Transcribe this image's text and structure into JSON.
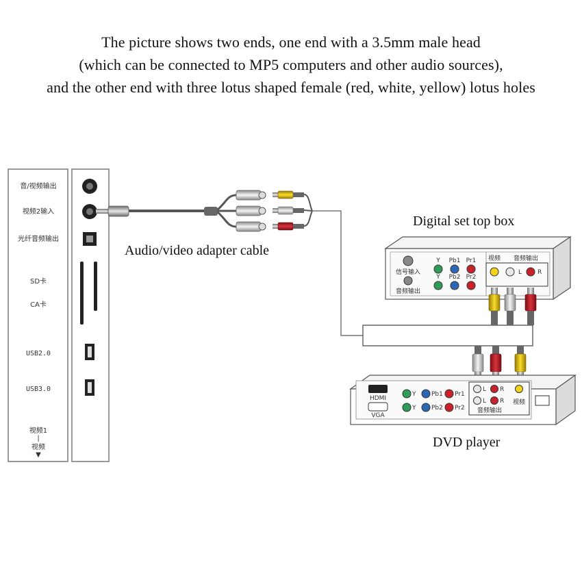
{
  "caption": {
    "line1": "The picture shows two ends, one end with a 3.5mm male head",
    "line2": "(which can be connected to MP5 computers and other audio sources),",
    "line3": "and the other end with three lotus shaped female (red, white, yellow) lotus holes"
  },
  "labels": {
    "cable": "Audio/video adapter cable",
    "stb": "Digital set top box",
    "dvd": "DVD player"
  },
  "tv_panel": {
    "av_out": "音/视频输出",
    "video2_in": "视频2输入",
    "optical_out": "光纤音频输出",
    "sd": "SD卡",
    "ca": "CA卡",
    "usb2": "USB2.0",
    "usb3": "USB3.0",
    "video1": "视频1",
    "sep": "|",
    "video": "视频",
    "arrow": "▼"
  },
  "stb_panel": {
    "signal_in": "信号输入",
    "audio_out": "音频输出",
    "y": "Y",
    "pb1": "Pb1",
    "pr1": "Pr1",
    "pb2": "Pb2",
    "pr2": "Pr2",
    "video": "视频",
    "audio_out_hdr": "音频输出",
    "l": "L",
    "r": "R"
  },
  "dvd_panel": {
    "hdmi": "HDMI",
    "vga": "VGA",
    "y": "Y",
    "pb1": "Pb1",
    "pr1": "Pr1",
    "pb2": "Pb2",
    "pr2": "Pr2",
    "l": "L",
    "r": "R",
    "video": "视频",
    "audio_out": "音频输出"
  },
  "colors": {
    "red": "#c8232c",
    "white": "#e8e8e8",
    "yellow": "#f2d21b",
    "green": "#2e9b57",
    "blue": "#2b67b3",
    "line": "#333333"
  }
}
